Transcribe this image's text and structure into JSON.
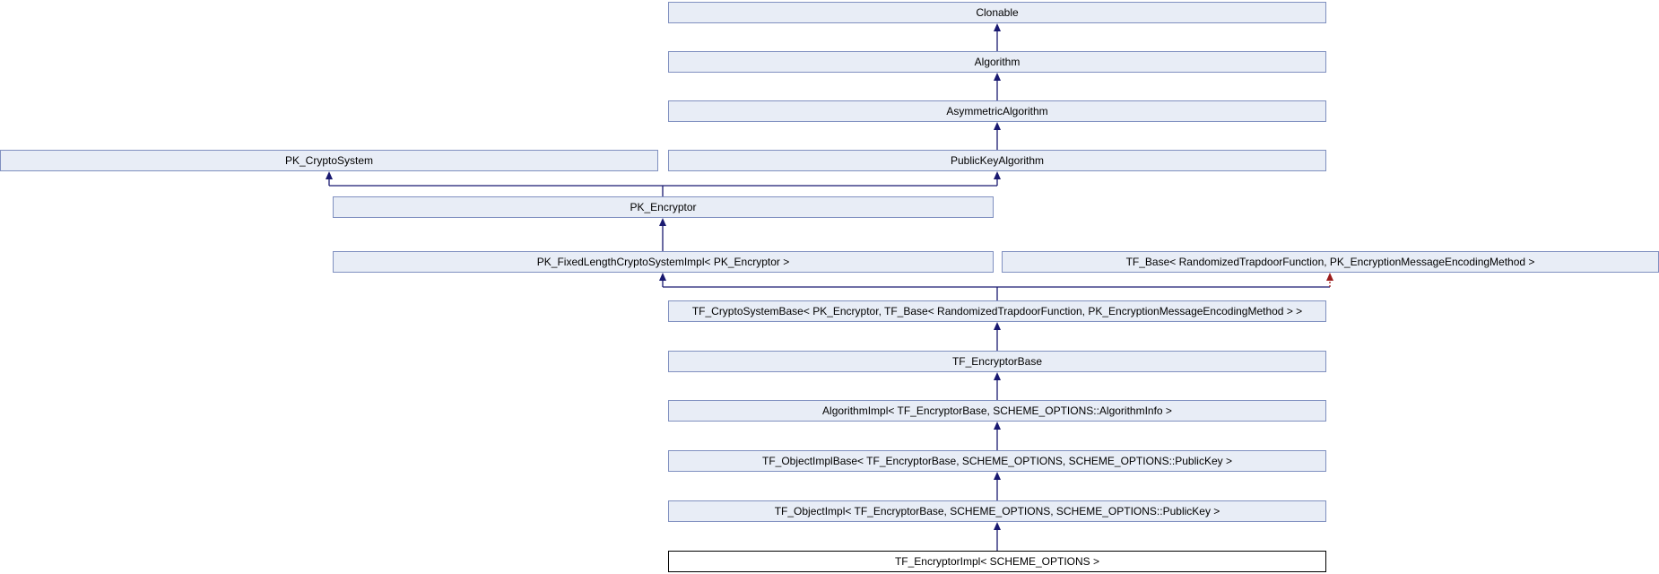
{
  "diagram": {
    "type": "class-inheritance-graph",
    "focus_class": "TF_EncryptorImpl< SCHEME_OPTIONS >",
    "nodes": [
      {
        "id": "clonable",
        "label": "Clonable"
      },
      {
        "id": "algorithm",
        "label": "Algorithm"
      },
      {
        "id": "asymmetric-algorithm",
        "label": "AsymmetricAlgorithm"
      },
      {
        "id": "pk-cryptosystem",
        "label": "PK_CryptoSystem"
      },
      {
        "id": "publickey-algorithm",
        "label": "PublicKeyAlgorithm"
      },
      {
        "id": "pk-encryptor",
        "label": "PK_Encryptor"
      },
      {
        "id": "pk-fixedlength-cryptosystem-impl",
        "label": "PK_FixedLengthCryptoSystemImpl< PK_Encryptor >"
      },
      {
        "id": "tf-base",
        "label": "TF_Base< RandomizedTrapdoorFunction, PK_EncryptionMessageEncodingMethod >"
      },
      {
        "id": "tf-cryptosystembase",
        "label": "TF_CryptoSystemBase< PK_Encryptor, TF_Base< RandomizedTrapdoorFunction, PK_EncryptionMessageEncodingMethod > >"
      },
      {
        "id": "tf-encryptorbase",
        "label": "TF_EncryptorBase"
      },
      {
        "id": "algorithmimpl",
        "label": "AlgorithmImpl< TF_EncryptorBase, SCHEME_OPTIONS::AlgorithmInfo >"
      },
      {
        "id": "tf-objectimplbase",
        "label": "TF_ObjectImplBase< TF_EncryptorBase, SCHEME_OPTIONS, SCHEME_OPTIONS::PublicKey >"
      },
      {
        "id": "tf-objectimpl",
        "label": "TF_ObjectImpl< TF_EncryptorBase, SCHEME_OPTIONS, SCHEME_OPTIONS::PublicKey >"
      },
      {
        "id": "tf-encryptorimpl",
        "label": "TF_EncryptorImpl< SCHEME_OPTIONS >"
      }
    ],
    "colors": {
      "node_fill": "#e8edf6",
      "node_border": "#8090c0",
      "inheritance_arrow": "#191970",
      "private_arrow": "#9b1c1c",
      "focus_node_fill": "#ffffff",
      "focus_node_border": "#000000"
    }
  }
}
